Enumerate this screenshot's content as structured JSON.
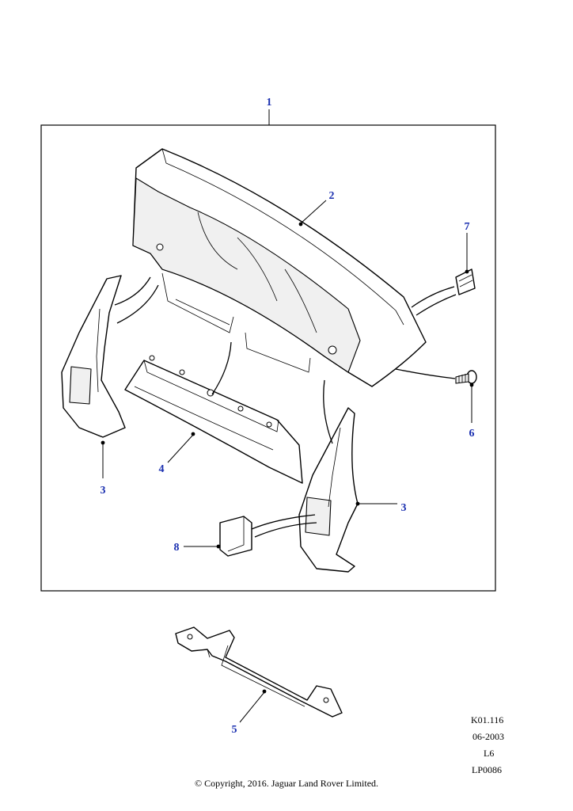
{
  "callouts": {
    "c1": "1",
    "c2": "2",
    "c3a": "3",
    "c3b": "3",
    "c4": "4",
    "c5": "5",
    "c6": "6",
    "c7": "7",
    "c8": "8"
  },
  "meta": {
    "ref": "K01.116",
    "date": "06-2003",
    "model": "L6",
    "code": "LP0086"
  },
  "copyright": "© Copyright, 2016. Jaguar Land Rover Limited.",
  "colors": {
    "callout": "#1a2fb0",
    "line": "#000000"
  }
}
